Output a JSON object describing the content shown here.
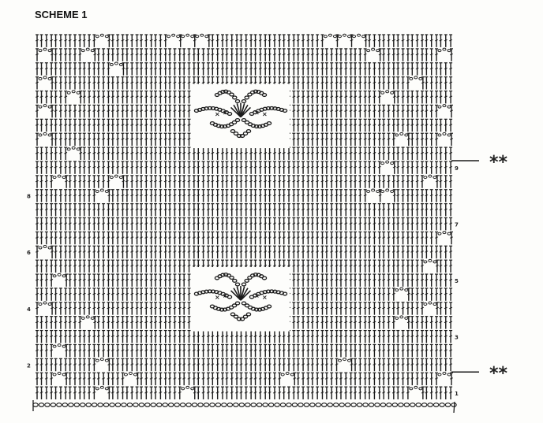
{
  "title": "SCHEME 1",
  "grid": {
    "rows": 26,
    "cols": 29,
    "pattern": [
      "SSSSCSSSSCCCSSSSSSSSCCCSSSSSSSSS",
      "CSSCSSSSSSSSSSSSSSSSSSSCSSSSCSSS",
      "SSSSSCSSSSSSSSSSSSSSSSSSSSSSSSSS",
      "CSSSSSSSSSSSSSSSSSSSSSSSSSCSSSSS",
      "SSCSSSSSSSSSSSSSSSSSSSSSCSSSSSSS",
      "CSSSSSSSSSSSSSSSSSSSSSSSSSSSCSSS",
      "SSSSSSSSSSSSSSSSSSSSSSSSSSSSSSSS",
      "CSSSSSSSSSSSSSSSSSSSSSSSSCSSCSSS",
      "SSCSSSSSSSSSSSSSSSSSSSSSSSSSSSSS",
      "SSSSSSSSSSSSSSSSSSSSSSSSCSSSSSSS",
      "SCSSSCSSSSSSSSSSSSSSSSSSSSSCSSSS",
      "SSSSCSSSSSSSSSSSSSSSSSSCCSSSSSSS",
      "SSSSSSSSSSSSSSSSSSSSSSSSSSSSSSSS",
      "SSSSSSSSSSSSSSSSSSSSSSSSSSSSSSSS",
      "SSSSSSSSSSSSSSSSSSSSSSSSSSSSCSSS",
      "CSSSSSSSSSSSSSSSSSSSSSSSSSSSSSSS",
      "SSSSSSSSSSSSSSSSSSSSSSSSSSSCSSSS",
      "SCSSSSSSSSSSSSSSSSSSSSSSSSSSSSSS",
      "SSSSSSSSSSSSSSSSSSSSSSSSSCSSSSSS",
      "CSSSSSSSSSSSSSSSSSSSSSSSSSSCSSSS",
      "SSSCSSSSSSSSSSSSSSSSSSSSSCSSSSSS",
      "SSSSSSSSSSSSSSSSSSSSSSSSSSSSSCSS",
      "SCSSSSSSSSSSSSSSSSSSSSSSSSSSSSSS",
      "SSSSCSSSSSSSSSSSSSSSSCSSSSSSSSSS",
      "SCSSSSCSSSSSSSSSSCSSSSSSSSSSCSSS",
      "SSSSCSSSSSCSSSSSSSSSSSSSSSCSSSSS"
    ]
  },
  "motifs_rows": [
    4,
    17
  ],
  "row_labels_left": [
    {
      "row": 23,
      "label": "2"
    },
    {
      "row": 19,
      "label": "4"
    },
    {
      "row": 15,
      "label": "6"
    },
    {
      "row": 11,
      "label": "8"
    }
  ],
  "row_labels_right": [
    {
      "row": 25,
      "label": "1"
    },
    {
      "row": 21,
      "label": "3"
    },
    {
      "row": 17,
      "label": "5"
    },
    {
      "row": 13,
      "label": "7"
    },
    {
      "row": 9,
      "label": "9"
    }
  ],
  "markers": [
    {
      "row": 9,
      "label": "**"
    },
    {
      "row": 24,
      "label": "**"
    }
  ]
}
